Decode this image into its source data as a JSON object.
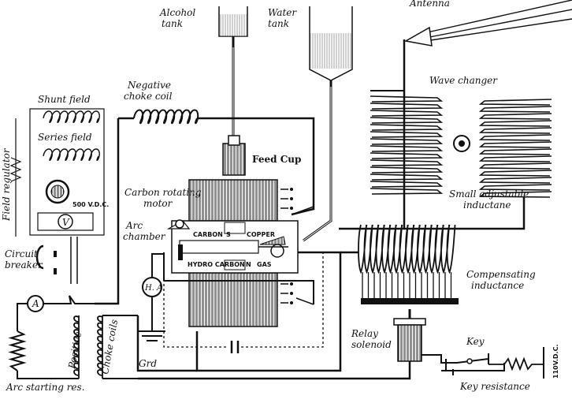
{
  "labels": {
    "antenna": "Antenna",
    "alcohol_tank": [
      "Alcohol",
      "tank"
    ],
    "water_tank": [
      "Water",
      "tank"
    ],
    "negative_choke_coil": [
      "Negative",
      "choke coil"
    ],
    "wave_changer": "Wave changer",
    "shunt_field": "Shunt field",
    "series_field": "Series field",
    "field_regulator": "Field regulator",
    "feed_cup": "Feed Cup",
    "voltage": "500 V.D.C.",
    "voltmeter": "V",
    "carbon_rotating_motor": [
      "Carbon rotating",
      "motor"
    ],
    "arc_chamber": [
      "Arc",
      "chamber"
    ],
    "carbon": "CARBON",
    "copper": "COPPER",
    "hydro_carbon": "HYDRO CARBON",
    "gas": "GAS",
    "pole_s": "S",
    "pole_n": "N",
    "small_adjustable_inductance": [
      "Small adjustable",
      "inductane"
    ],
    "circuit_breaker": [
      "Circuit",
      "breaker"
    ],
    "hot_ammeter": "H. A.",
    "compensating_inductance": [
      "Compensating",
      "inductance"
    ],
    "ammeter": "A",
    "positive": "Positive",
    "choke_coils": "Choke coils",
    "ground": "Grd",
    "relay_solenoid": [
      "Relay",
      "solenoid"
    ],
    "key": "Key",
    "dc_supply": "110V.D.C.",
    "arc_starting_res": "Arc starting res.",
    "key_resistance": "Key resistance"
  }
}
